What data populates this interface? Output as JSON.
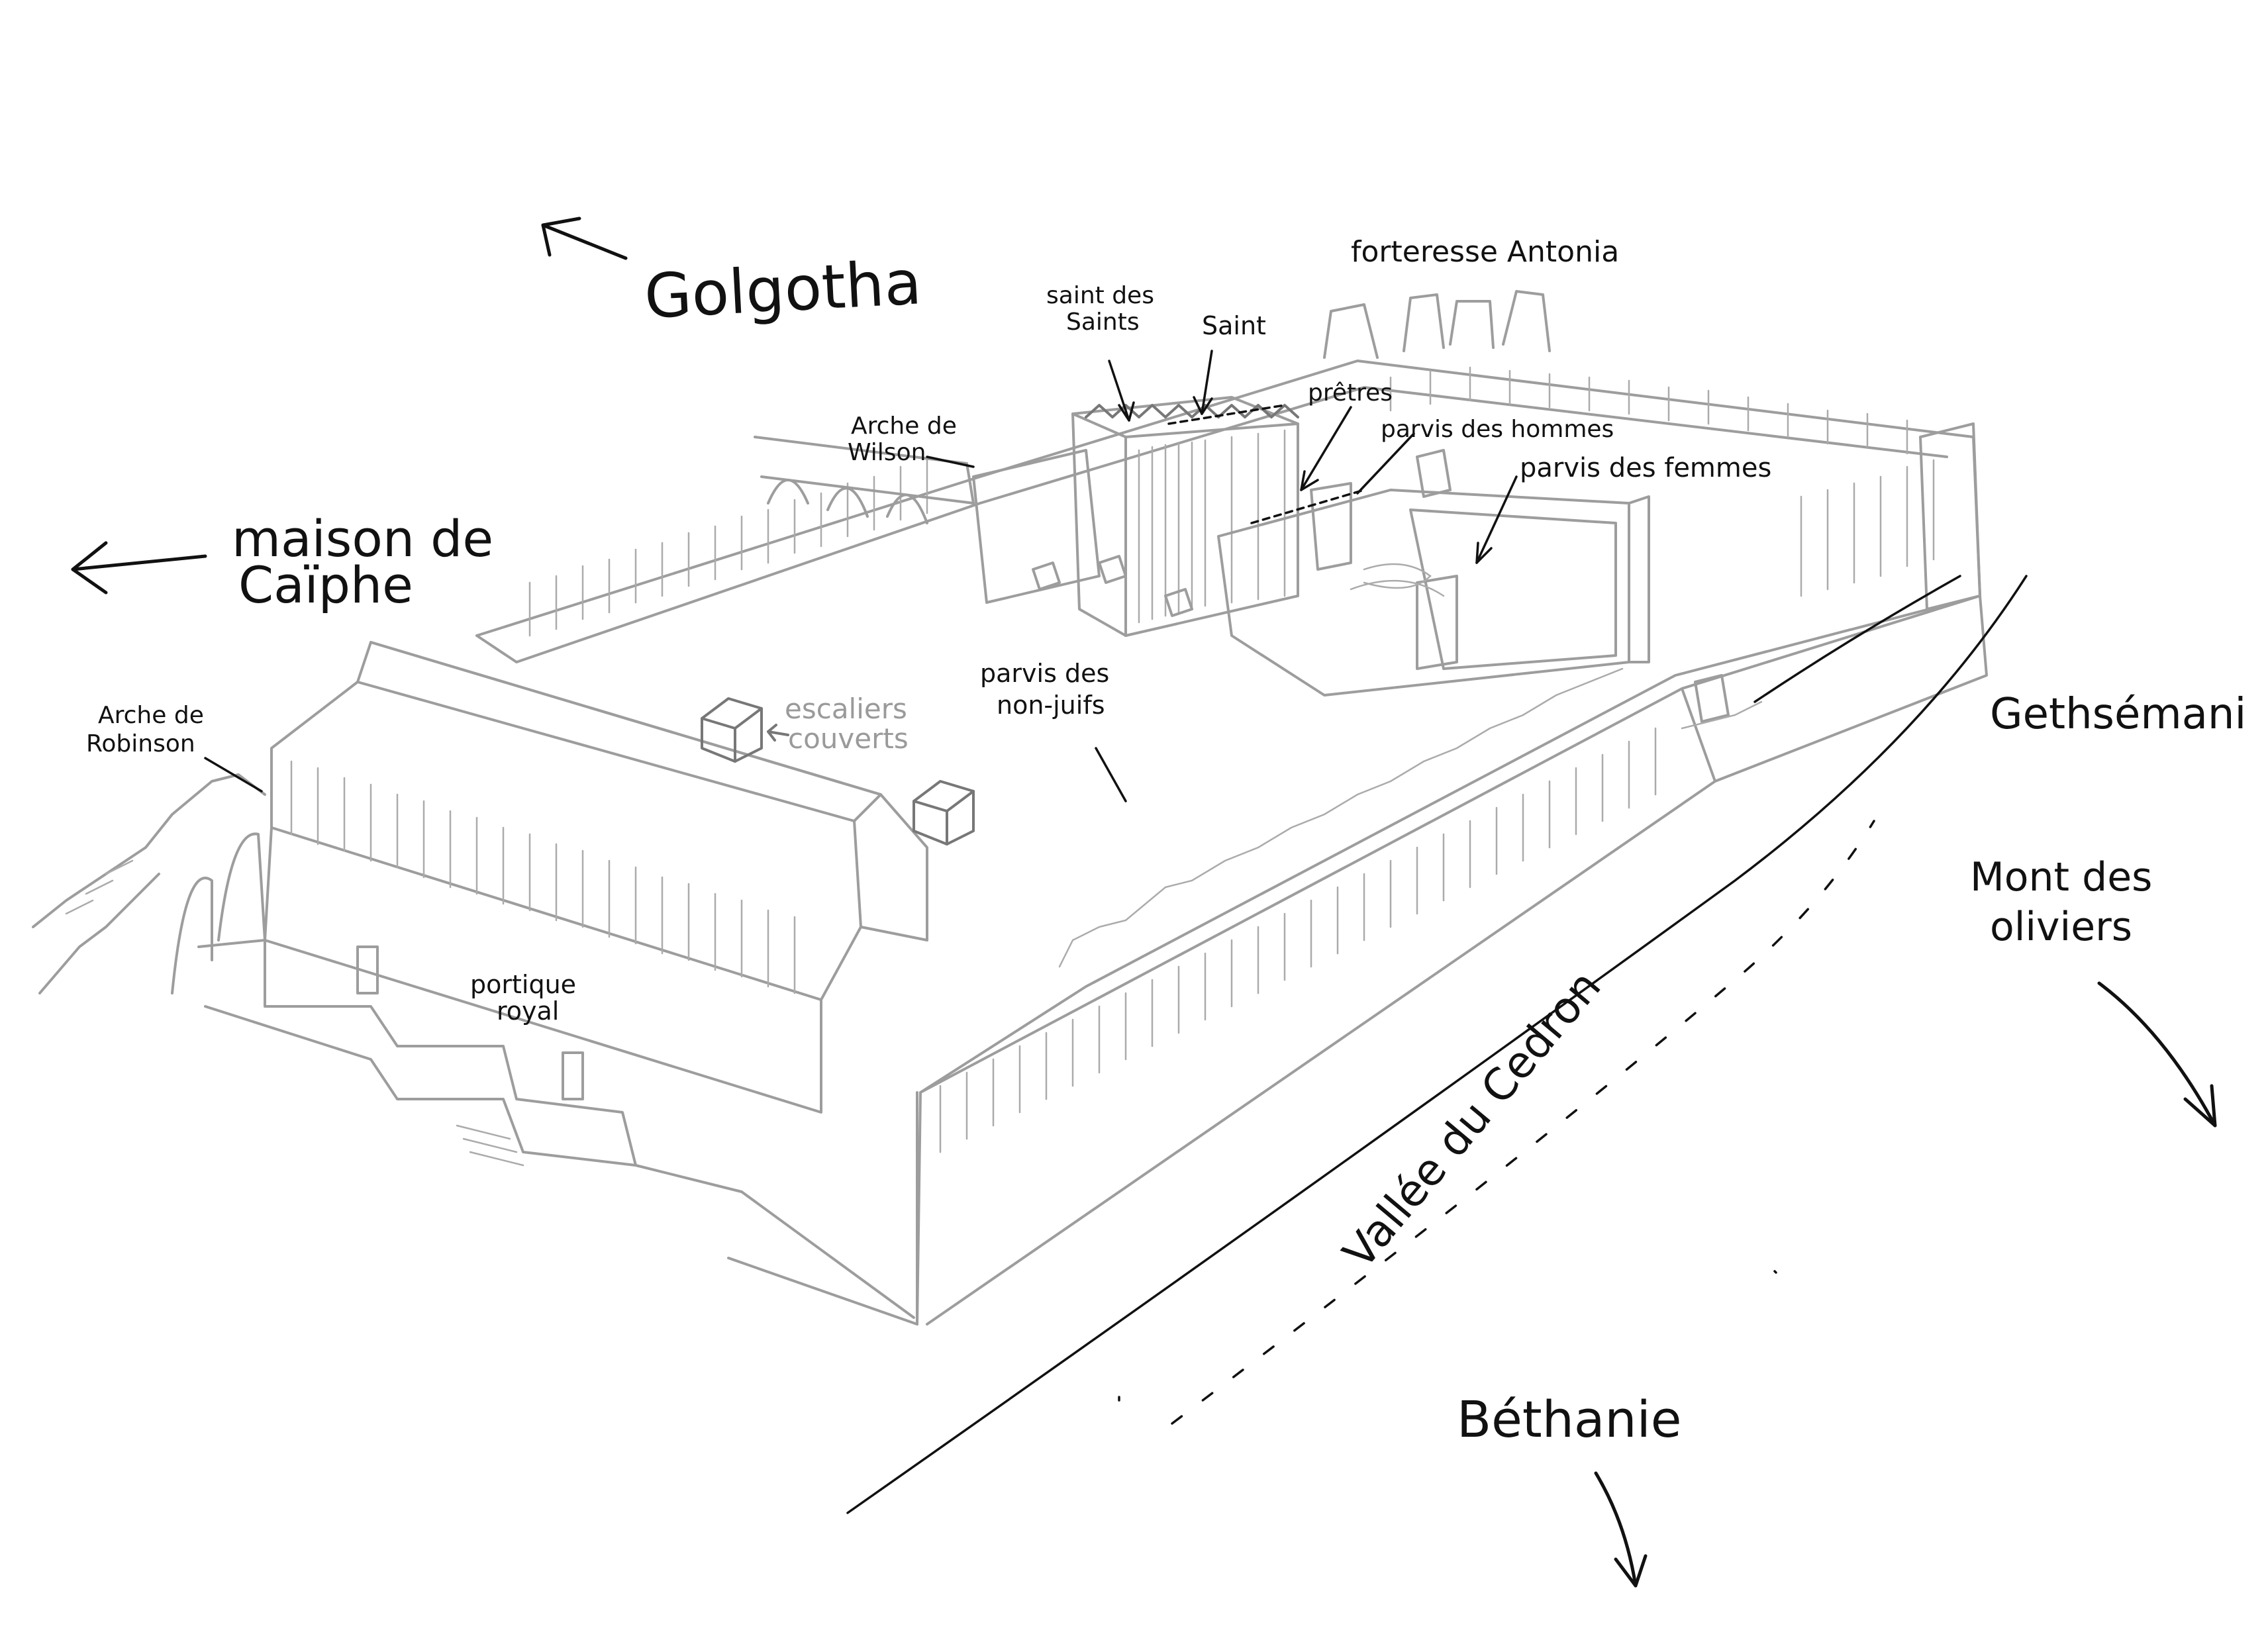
{
  "labels": {
    "golgotha": "Golgotha",
    "maison_de_caiphe_line1": "maison de",
    "maison_de_caiphe_line2": "Caïphe",
    "forteresse_antonia": "forteresse Antonia",
    "saint_des_saints_line1": "saint des",
    "saint_des_saints_line2": "Saints",
    "saint": "Saint",
    "pretres": "prêtres",
    "parvis_des_hommes": "parvis des hommes",
    "parvis_des_femmes": "parvis des femmes",
    "arche_de_wilson_line1": "Arche de",
    "arche_de_wilson_line2": "Wilson",
    "arche_de_robinson_line1": "Arche de",
    "arche_de_robinson_line2": "Robinson",
    "escaliers_couverts_line1": "escaliers",
    "escaliers_couverts_line2": "couverts",
    "parvis_des_non_juifs_line1": "parvis des",
    "parvis_des_non_juifs_line2": "non-juifs",
    "portique_royal_line1": "portique",
    "portique_royal_line2": "royal",
    "gethsemani": "Gethsémani",
    "mont_des_oliviers_line1": "Mont des",
    "mont_des_oliviers_line2": "oliviers",
    "vallee_du_cedron": "Vallée du Cedron",
    "bethanie": "Béthanie"
  },
  "colors": {
    "ink": "#111111",
    "pencil": "#9d9d9d",
    "background": "#ffffff"
  }
}
